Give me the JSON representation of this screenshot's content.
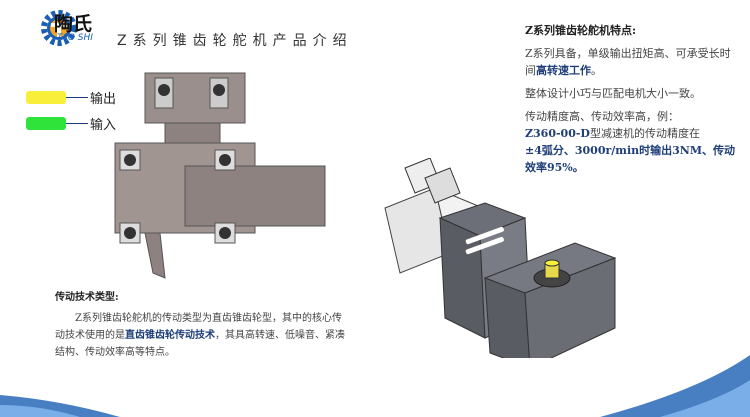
{
  "header": {
    "brand_cn": "陶氏",
    "brand_en": "TAO SHI",
    "title": "Z系列锥齿轮舵机产品介绍"
  },
  "legend": [
    {
      "label": "输出",
      "color": "#f7ef3a"
    },
    {
      "label": "输入",
      "color": "#2fe33a"
    }
  ],
  "features": {
    "heading": "Z系列锥齿轮舵机特点:",
    "p1_a": "Z系列具备，单级输出扭矩高、可承受长时间",
    "p1_b": "高转速工作",
    "p1_c": "。",
    "p2": "整体设计小巧与匹配电机大小一致。",
    "p3_a": "传动精度高、传动效率高，例：",
    "p3_b": "Z360-00-D",
    "p3_c": "型减速机的传动精度在",
    "p3_d": "±4弧分、3000r/min时输出3NM、传动效率95%。"
  },
  "transmission": {
    "heading": "传动技术类型:",
    "p_a": "Z系列锥齿轮舵机的传动类型为直齿锥齿轮型，其中的核心传动技术使用的是",
    "p_b": "直齿锥齿轮传动技术",
    "p_c": "，其具高转速、低噪音、紧凑结构、传动效率高等特点。"
  }
}
